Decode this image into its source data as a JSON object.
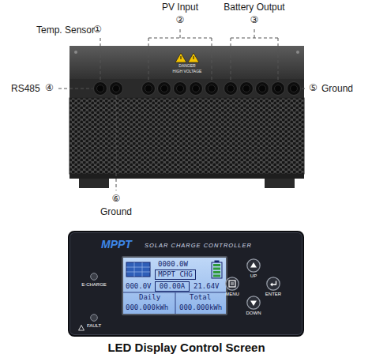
{
  "diagram": {
    "caption": "LED Display Control Screen",
    "nodes": [
      {
        "text": [
          "MPPT",
          "SOLAR CHARGE CONTROLLER"
        ]
      },
      {
        "text": [
          "0000.0W",
          "MPPT CHG",
          "000.0V",
          "00.00A",
          "21.64V",
          "Daily",
          "Total",
          "000.000kWh",
          "000.000kWh"
        ],
        "in": 0
      },
      {
        "text": [
          "E-CHARGE"
        ],
        "in": 0
      },
      {
        "text": [
          "FAULT"
        ],
        "in": 0
      },
      {
        "text": [
          "UP"
        ],
        "in": 0
      },
      {
        "text": [
          "MENU"
        ],
        "in": 0
      },
      {
        "text": [
          "ENTER"
        ],
        "in": 0
      },
      {
        "text": [
          "DOWN"
        ],
        "in": 0
      }
    ],
    "labels": [
      "Temp. Sensor",
      "①",
      "PV Input",
      "②",
      "③",
      "Battery Output",
      "RS485",
      "④",
      "⑤",
      "Ground",
      "⑥",
      "Ground",
      "DANGER",
      "HIGH VOLTAGE"
    ]
  }
}
